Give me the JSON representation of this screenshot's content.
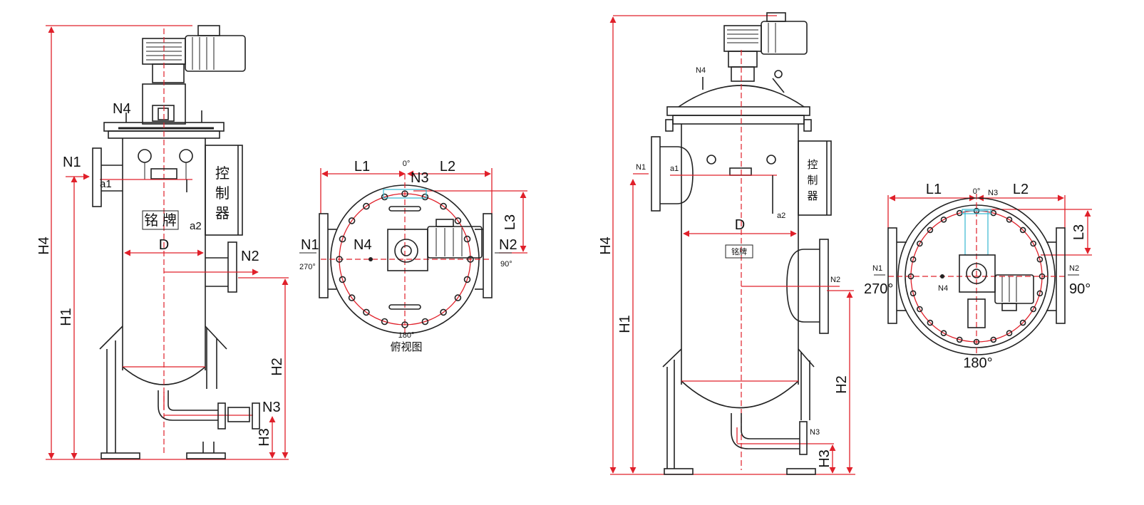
{
  "left_front": {
    "n1": "N1",
    "n2": "N2",
    "n3": "N3",
    "n4": "N4",
    "a1": "a1",
    "a2": "a2",
    "d": "D",
    "h1": "H1",
    "h2": "H2",
    "h3": "H3",
    "h4": "H4",
    "nameplate": "铭 牌",
    "controller_chars": [
      "控",
      "制",
      "器"
    ]
  },
  "left_top": {
    "l1": "L1",
    "l2": "L2",
    "l3": "L3",
    "n1": "N1",
    "n2": "N2",
    "n3": "N3",
    "n4": "N4",
    "deg0": "0°",
    "deg90": "90°",
    "deg180": "180°",
    "deg270": "270°",
    "caption": "俯视图"
  },
  "right_front": {
    "n1": "N1",
    "n2": "N2",
    "n3": "N3",
    "n4": "N4",
    "a1": "a1",
    "a2": "a2",
    "d": "D",
    "h1": "H1",
    "h2": "H2",
    "h3": "H3",
    "h4": "H4",
    "nameplate": "铭牌",
    "controller_chars": [
      "控",
      "制",
      "器"
    ]
  },
  "right_top": {
    "l1": "L1",
    "l2": "L2",
    "l3": "L3",
    "n1": "N1",
    "n2": "N2",
    "n3": "N3",
    "n4": "N4",
    "deg0": "0°",
    "deg90": "90°",
    "deg180": "180°",
    "deg270": "270°"
  }
}
